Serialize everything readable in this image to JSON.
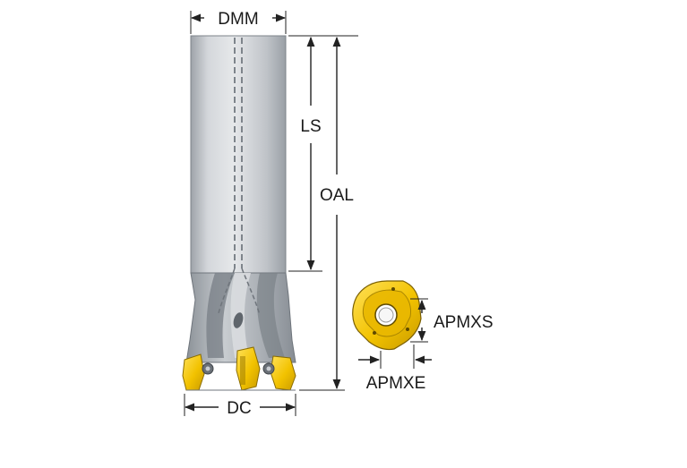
{
  "labels": {
    "dmm": "DMM",
    "ls": "LS",
    "oal": "OAL",
    "dc": "DC",
    "apmxs": "APMXS",
    "apmxe": "APMXE"
  },
  "colors": {
    "shank_light": "#c9cdd2",
    "shank_dark": "#8e949b",
    "insert_yellow": "#f2c200",
    "insert_dark": "#b08a00",
    "line": "#222222"
  }
}
